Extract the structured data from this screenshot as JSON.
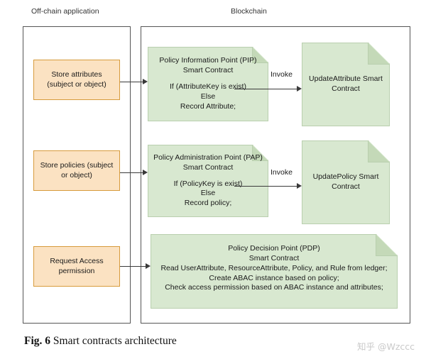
{
  "lanes": {
    "offchain": {
      "title": "Off-chain application"
    },
    "blockchain": {
      "title": "Blockchain"
    }
  },
  "offchain_actions": [
    {
      "name": "store-attributes",
      "label": "Store attributes (subject or object)"
    },
    {
      "name": "store-policies",
      "label": "Store policies (subject or object)"
    },
    {
      "name": "request-access",
      "label": "Request Access permission"
    }
  ],
  "contracts": {
    "pip": {
      "title_line1": "Policy Information Point (PIP)",
      "title_line2": "Smart Contract",
      "body": [
        "If (AttributeKey is exist)",
        "Else",
        "Record Attribute;"
      ]
    },
    "pap": {
      "title_line1": "Policy Administration Point (PAP)",
      "title_line2": "Smart Contract",
      "body": [
        "If (PolicyKey is exist)",
        "Else",
        "Record policy;"
      ]
    },
    "pdp": {
      "title_line1": "Policy Decision Point (PDP)",
      "title_line2": "Smart Contract",
      "body": [
        "Read UserAttribute, ResourceAttribute, Policy, and Rule from ledger;",
        "Create ABAC instance based on policy;",
        "Check access permission based on ABAC instance and attributes;"
      ]
    },
    "update_attribute": {
      "title_line1": "UpdateAttribute Smart",
      "title_line2": "Contract"
    },
    "update_policy": {
      "title_line1": "UpdatePolicy Smart",
      "title_line2": "Contract"
    }
  },
  "edges": {
    "invoke_attribute_label": "Invoke",
    "invoke_policy_label": "Invoke"
  },
  "caption": {
    "figure_number": "Fig. 6",
    "text": "Smart contracts architecture"
  },
  "watermark": {
    "text": "知乎 @Wzccc"
  },
  "colors": {
    "note_fill": "#d8e8d0",
    "note_fold": "#c4d9b8",
    "note_border": "#b9cfae",
    "action_fill": "#fbe2c2",
    "action_border": "#d79b3c",
    "line": "#3a3a3a"
  }
}
